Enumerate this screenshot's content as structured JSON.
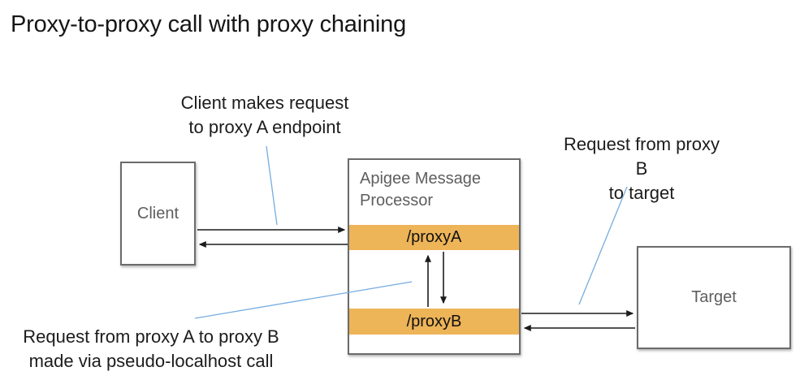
{
  "title": "Proxy-to-proxy call with proxy chaining",
  "annotations": {
    "client_request": "Client makes request\nto proxy A endpoint",
    "target_request": "Request from proxy B\nto target",
    "localhost_call": "Request from proxy A to proxy B\nmade via pseudo-localhost call"
  },
  "nodes": {
    "client": {
      "label": "Client"
    },
    "message_processor": {
      "title": "Apigee Message Processor",
      "endpoints": [
        {
          "label": "/proxyA"
        },
        {
          "label": "/proxyB"
        }
      ]
    },
    "target": {
      "label": "Target"
    }
  },
  "colors": {
    "endpoint_bar": "#EDB458",
    "annotation_line": "#75ACDF",
    "arrow": "#1c1c1c",
    "box_border": "#6b6b6b",
    "gray_text": "#5e5e5e"
  }
}
